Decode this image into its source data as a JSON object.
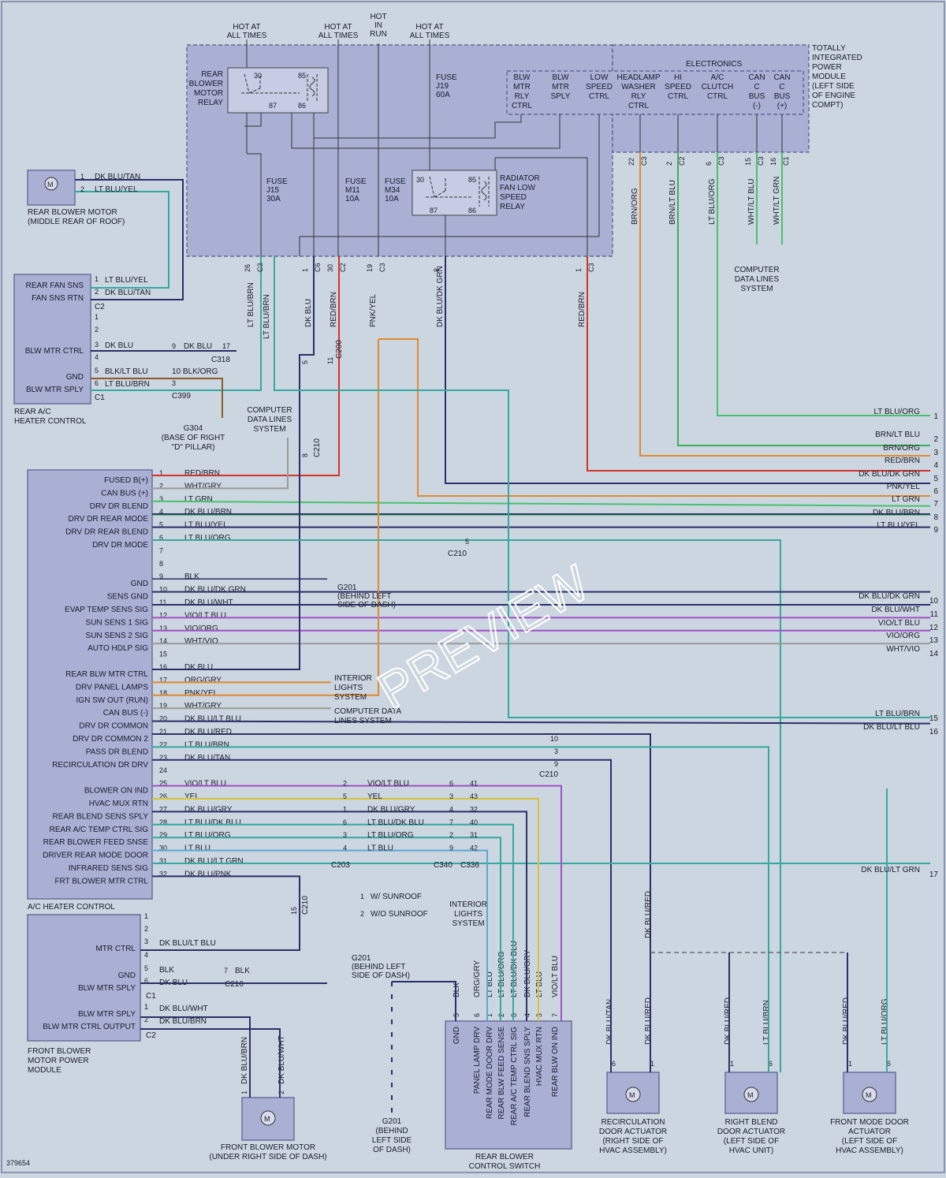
{
  "figure_id": "379654",
  "watermark": "PREVIEW",
  "power_labels": [
    {
      "id": "hot1",
      "lines": [
        "HOT AT",
        "ALL TIMES"
      ]
    },
    {
      "id": "hot2",
      "lines": [
        "HOT AT",
        "ALL TIMES"
      ]
    },
    {
      "id": "hot3",
      "lines": [
        "HOT",
        "IN",
        "RUN"
      ]
    },
    {
      "id": "hot4",
      "lines": [
        "HOT AT",
        "ALL TIMES"
      ]
    }
  ],
  "tipm": {
    "lines": [
      "TOTALLY",
      "INTEGRATED",
      "POWER",
      "MODULE",
      "(LEFT SIDE",
      "OF ENGINE",
      "COMPT)"
    ],
    "electronics": "ELECTRONICS",
    "outputs": [
      [
        "BLW",
        "MTR",
        "RLY",
        "CTRL"
      ],
      [
        "BLW",
        "MTR",
        "SPLY"
      ],
      [
        "LOW",
        "SPEED",
        "CTRL"
      ],
      [
        "HEADLAMP",
        "WASHER",
        "RLY",
        "CTRL"
      ],
      [
        "HI",
        "SPEED",
        "CTRL"
      ],
      [
        "A/C",
        "CLUTCH",
        "CTRL"
      ],
      [
        "CAN",
        "C",
        "BUS",
        "(-)"
      ],
      [
        "CAN",
        "C",
        "BUS",
        "(+)"
      ]
    ],
    "rear_blower_relay": [
      "REAR",
      "BLOWER",
      "MOTOR",
      "RELAY"
    ],
    "relay_pins": [
      "30",
      "85",
      "87",
      "86"
    ],
    "fuse_j19": [
      "FUSE",
      "J19",
      "60A"
    ],
    "fuse_j15": [
      "FUSE",
      "J15",
      "30A"
    ],
    "fuse_m11": [
      "FUSE",
      "M11",
      "10A"
    ],
    "fuse_m34": [
      "FUSE",
      "M34",
      "10A"
    ],
    "rad_relay": [
      "RADIATOR",
      "FAN LOW",
      "SPEED",
      "RELAY"
    ],
    "top_pins": [
      {
        "num": "22",
        "conn": "C3",
        "wire": "BRN/ORG"
      },
      {
        "num": "2",
        "conn": "C2",
        "wire": "BRN/LT BLU"
      },
      {
        "num": "6",
        "conn": "C3",
        "wire": "LT BLU/ORG"
      },
      {
        "num": "15",
        "conn": "C3",
        "wire": "WHT/LT BLU"
      },
      {
        "num": "16",
        "conn": "C1",
        "wire": "WHT/LT GRN"
      }
    ],
    "bottom_pins": [
      {
        "num": "26",
        "conn": "C3",
        "wire": "LT BLU/BRN"
      },
      {
        "num": "",
        "conn": "",
        "wire": "LT BLU/BRN"
      },
      {
        "num": "1",
        "conn": "C6",
        "wire": "DK BLU"
      },
      {
        "num": "30",
        "conn": "C2",
        "wire": "RED/BRN"
      },
      {
        "num": "19",
        "conn": "C3",
        "wire": "PNK/YEL"
      },
      {
        "num": "8",
        "conn": "",
        "wire": "DK BLU/DK GRN"
      },
      {
        "num": "1",
        "conn": "C3",
        "wire": "RED/BRN"
      }
    ]
  },
  "computer_data_lines": [
    "COMPUTER",
    "DATA LINES",
    "SYSTEM"
  ],
  "rear_blower_motor": {
    "label": [
      "REAR BLOWER MOTOR",
      "(MIDDLE REAR OF ROOF)"
    ],
    "pins": [
      {
        "n": "1",
        "w": "DK BLU/TAN"
      },
      {
        "n": "2",
        "w": "LT BLU/YEL"
      }
    ]
  },
  "rear_ac_heater": {
    "label": [
      "REAR A/C",
      "HEATER CONTROL"
    ],
    "c2": "C2",
    "c1": "C1",
    "pins": [
      {
        "n": "1",
        "name": "REAR FAN SNS",
        "w": "LT BLU/YEL"
      },
      {
        "n": "2",
        "name": "FAN SNS RTN",
        "w": "DK BLU/TAN"
      },
      {
        "n": "1",
        "name": "",
        "w": ""
      },
      {
        "n": "2",
        "name": "",
        "w": ""
      },
      {
        "n": "3",
        "name": "BLW MTR CTRL",
        "w": "DK BLU"
      },
      {
        "n": "4",
        "name": "",
        "w": ""
      },
      {
        "n": "5",
        "name": "GND",
        "w": "BLK/LT BLU"
      },
      {
        "n": "6",
        "name": "BLW MTR SPLY",
        "w": "LT BLU/BRN"
      }
    ],
    "c318": "C318",
    "c399": "C399",
    "blk_org": "10 BLK/ORG",
    "p9": "9",
    "p17": "17",
    "dk_blu": "DK BLU",
    "p3": "3"
  },
  "g304": [
    "G304",
    "(BASE OF RIGHT",
    "\"D\" PILLAR)"
  ],
  "ac_heater": {
    "label": "A/C HEATER CONTROL",
    "pins": [
      {
        "n": "1",
        "name": "FUSED B(+)",
        "w": "RED/BRN",
        "r": ""
      },
      {
        "n": "2",
        "name": "CAN BUS (+)",
        "w": "WHT/GRY",
        "r": ""
      },
      {
        "n": "3",
        "name": "DRV DR BLEND",
        "w": "LT GRN",
        "r": "LT GRN"
      },
      {
        "n": "4",
        "name": "DRV DR REAR MODE",
        "w": "DK BLU/BRN",
        "r": "DK BLU/BRN"
      },
      {
        "n": "5",
        "name": "DRV DR REAR BLEND",
        "w": "LT BLU/YEL",
        "r": "LT BLU/YEL"
      },
      {
        "n": "6",
        "name": "DRV DR MODE",
        "w": "LT BLU/ORG",
        "r": ""
      },
      {
        "n": "7",
        "name": "",
        "w": "",
        "r": ""
      },
      {
        "n": "8",
        "name": "",
        "w": "",
        "r": ""
      },
      {
        "n": "9",
        "name": "GND",
        "w": "BLK",
        "r": ""
      },
      {
        "n": "10",
        "name": "SENS GND",
        "w": "DK BLU/DK GRN",
        "r": "DK BLU/DK GRN"
      },
      {
        "n": "11",
        "name": "EVAP TEMP SENS SIG",
        "w": "DK BLU/WHT",
        "r": "DK BLU/WHT"
      },
      {
        "n": "12",
        "name": "SUN SENS 1 SIG",
        "w": "VIO/LT BLU",
        "r": "VIO/LT BLU"
      },
      {
        "n": "13",
        "name": "SUN SENS 2 SIG",
        "w": "VIO/ORG",
        "r": "VIO/ORG"
      },
      {
        "n": "14",
        "name": "AUTO HDLP SIG",
        "w": "WHT/VIO",
        "r": "WHT/VIO"
      },
      {
        "n": "15",
        "name": "",
        "w": "",
        "r": ""
      },
      {
        "n": "16",
        "name": "REAR BLW MTR CTRL",
        "w": "DK BLU",
        "r": ""
      },
      {
        "n": "17",
        "name": "DRV PANEL LAMPS",
        "w": "ORG/GRY",
        "r": ""
      },
      {
        "n": "18",
        "name": "IGN SW OUT (RUN)",
        "w": "PNK/YEL",
        "r": ""
      },
      {
        "n": "19",
        "name": "CAN BUS (-)",
        "w": "WHT/GRY",
        "r": ""
      },
      {
        "n": "20",
        "name": "DRV DR COMMON",
        "w": "DK BLU/LT BLU",
        "r": ""
      },
      {
        "n": "21",
        "name": "DRV DR COMMON 2",
        "w": "DK BLU/RED",
        "r": ""
      },
      {
        "n": "22",
        "name": "PASS DR BLEND",
        "w": "LT BLU/BRN",
        "r": ""
      },
      {
        "n": "23",
        "name": "RECIRCULATION DR DRV",
        "w": "DK BLU/TAN",
        "r": ""
      },
      {
        "n": "24",
        "name": "",
        "w": "",
        "r": ""
      },
      {
        "n": "25",
        "name": "BLOWER ON IND",
        "w": "VIO/LT BLU",
        "r": ""
      },
      {
        "n": "26",
        "name": "HVAC MUX RTN",
        "w": "YEL",
        "r": ""
      },
      {
        "n": "27",
        "name": "REAR BLEND SENS SPLY",
        "w": "DK BLU/GRY",
        "r": ""
      },
      {
        "n": "28",
        "name": "REAR A/C TEMP CTRL SIG",
        "w": "LT BLU/DK BLU",
        "r": ""
      },
      {
        "n": "29",
        "name": "REAR BLOWER FEED SNSE",
        "w": "LT BLU/ORG",
        "r": ""
      },
      {
        "n": "30",
        "name": "DRIVER REAR MODE DOOR",
        "w": "LT BLU",
        "r": ""
      },
      {
        "n": "31",
        "name": "INFRARED SENS SIG",
        "w": "DK BLU/LT GRN",
        "r": "DK BLU/LT GRN"
      },
      {
        "n": "32",
        "name": "FRT BLOWER MTR CTRL",
        "w": "DK BLU/PNK",
        "r": ""
      }
    ]
  },
  "right_rows": [
    {
      "w": "LT BLU/ORG",
      "n": "1"
    },
    {
      "w": "BRN/LT BLU",
      "n": "2"
    },
    {
      "w": "BRN/ORG",
      "n": "3"
    },
    {
      "w": "RED/BRN",
      "n": "4"
    },
    {
      "w": "DK BLU/DK GRN",
      "n": "5"
    },
    {
      "w": "PNK/YEL",
      "n": "6"
    },
    {
      "w": "LT GRN",
      "n": "7"
    },
    {
      "w": "DK BLU/BRN",
      "n": "8"
    },
    {
      "w": "LT BLU/YEL",
      "n": "9"
    },
    {
      "w": "DK BLU/DK GRN",
      "n": "10"
    },
    {
      "w": "DK BLU/WHT",
      "n": "11"
    },
    {
      "w": "VIO/LT BLU",
      "n": "12"
    },
    {
      "w": "VIO/ORG",
      "n": "13"
    },
    {
      "w": "WHT/VIO",
      "n": "14"
    },
    {
      "w": "LT BLU/BRN",
      "n": "15"
    },
    {
      "w": "DK BLU/LT BLU",
      "n": "16"
    },
    {
      "w": "DK BLU/LT GRN",
      "n": "17"
    }
  ],
  "connectors": {
    "c210": "C210",
    "c200": "C200",
    "c203": "C203",
    "c340": "C340",
    "c336": "C336",
    "p5": "5",
    "p11": "11",
    "p8": "8",
    "p15": "15",
    "p10": "10",
    "p3": "3",
    "p9": "9"
  },
  "g201": [
    "G201",
    "(BEHIND LEFT",
    "SIDE OF DASH)"
  ],
  "g201b": [
    "G201",
    "(BEHIND",
    "LEFT SIDE",
    "OF DASH)"
  ],
  "interior_lights": [
    "INTERIOR",
    "LIGHTS",
    "SYSTEM"
  ],
  "computer_data_lines2": [
    "COMPUTER DATA",
    "LINES SYSTEM"
  ],
  "legend": [
    {
      "n": "1",
      "t": "W/ SUNROOF"
    },
    {
      "n": "2",
      "t": "W/O SUNROOF"
    }
  ],
  "mid_rows": [
    {
      "a": "2",
      "w": "VIO/LT BLU",
      "b": "6",
      "c": "41"
    },
    {
      "a": "5",
      "w": "YEL",
      "b": "3",
      "c": "43"
    },
    {
      "a": "1",
      "w": "DK BLU/GRY",
      "b": "4",
      "c": "32"
    },
    {
      "a": "6",
      "w": "LT BLU/DK BLU",
      "b": "7",
      "c": "40"
    },
    {
      "a": "3",
      "w": "LT BLU/ORG",
      "b": "2",
      "c": "31"
    },
    {
      "a": "4",
      "w": "LT BLU",
      "b": "9",
      "c": "42"
    }
  ],
  "front_blower_module": {
    "label": [
      "FRONT BLOWER",
      "MOTOR POWER",
      "MODULE"
    ],
    "pins": [
      {
        "n": "1",
        "name": "",
        "w": ""
      },
      {
        "n": "2",
        "name": "",
        "w": ""
      },
      {
        "n": "3",
        "name": "MTR CTRL",
        "w": "DK BLU/LT BLU"
      },
      {
        "n": "4",
        "name": "",
        "w": ""
      },
      {
        "n": "5",
        "name": "GND",
        "w": "BLK"
      },
      {
        "n": "6",
        "name": "BLW MTR SPLY",
        "w": "DK BLU"
      },
      {
        "n": "1",
        "name": "BLW MTR SPLY",
        "w": "DK BLU/WHT"
      },
      {
        "n": "2",
        "name": "BLW MTR CTRL OUTPUT",
        "w": "DK BLU/BRN"
      }
    ],
    "c1": "C1",
    "c2": "C2",
    "p7": "7",
    "blk": "BLK"
  },
  "front_blower_motor": {
    "label": [
      "FRONT BLOWER MOTOR",
      "(UNDER RIGHT SIDE OF DASH)"
    ],
    "p1": "1",
    "w1": "DK BLU/BRN",
    "p2": "2",
    "w2": "DK BLU/WHT"
  },
  "rear_switch": {
    "label": [
      "REAR BLOWER",
      "CONTROL SWITCH"
    ],
    "pins": [
      {
        "n": "5",
        "w": "BLK",
        "name": "GND"
      },
      {
        "n": "6",
        "w": "ORG/GRY",
        "name": "PANEL LAMP DRV"
      },
      {
        "n": "1",
        "w": "LT BLU",
        "name": "REAR MODE DOOR DRV"
      },
      {
        "n": "2",
        "w": "LT BLU/ORG",
        "name": "REAR BLW FEED SENSE"
      },
      {
        "n": "8",
        "w": "LT BLU/DK BLU",
        "name": "REAR A/C TEMP CTRL SIG"
      },
      {
        "n": "4",
        "w": "DK BLU/GRY",
        "name": "REAR BLEND SNS SPLY"
      },
      {
        "n": "3",
        "w": "LT BLU",
        "name": "HVAC MUX RTN"
      },
      {
        "n": "7",
        "w": "VIO/LT BLU",
        "name": "REAR BLW ON IND"
      }
    ]
  },
  "actuators": [
    {
      "label": [
        "RECIRCULATION",
        "DOOR ACTUATOR",
        "(RIGHT SIDE OF",
        "HVAC ASSEMBLY)"
      ],
      "p6": "6",
      "p1": "1",
      "wl": "DK BLU/TAN",
      "wr": "DK BLU/RED"
    },
    {
      "label": [
        "RIGHT BLEND",
        "DOOR ACTUATOR",
        "(LEFT SIDE OF",
        "HVAC UNIT)"
      ],
      "p6": "1",
      "p1": "6",
      "wl": "DK BLU/RED",
      "wr": "LT BLU/BRN"
    },
    {
      "label": [
        "FRONT MODE DOOR",
        "ACTUATOR",
        "(LEFT SIDE OF",
        "HVAC ASSEMBLY)"
      ],
      "p6": "1",
      "p1": "6",
      "wl": "DK BLU/RED",
      "wr": "LT BLU/ORG"
    }
  ],
  "dk_blu_red": "DK BLU/RED",
  "colors": {
    "red": "#d2332a",
    "grn": "#3cae5a",
    "navy": "#2a2f6a",
    "teal": "#35a8a0",
    "vio": "#a050c8",
    "org": "#e08a30",
    "pnk": "#e37ab0",
    "yel": "#d9c23a",
    "lgrn": "#48c070",
    "lblue": "#5aa8d8",
    "gray": "#9a9a9a",
    "brn": "#8a5a2a"
  }
}
